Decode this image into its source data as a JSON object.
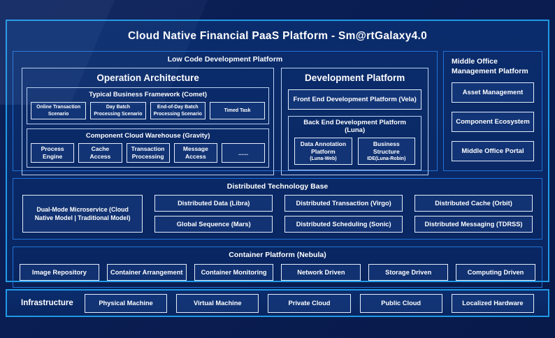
{
  "title": "Cloud Native Financial PaaS Platform - Sm@rtGalaxy4.0",
  "low_code": {
    "label": "Low Code Development Platform",
    "operation": {
      "title": "Operation Architecture",
      "comet": {
        "title": "Typical Business Framework (Comet)",
        "items": [
          "Online Transaction Scenario",
          "Day Batch Processing Scenario",
          "End-of-Day Batch Processing Scenario",
          "Timed Task"
        ]
      },
      "gravity": {
        "title": "Component Cloud Warehouse (Gravity)",
        "items": [
          "Process Engine",
          "Cache Access",
          "Transaction Processing",
          "Message Access",
          "......"
        ]
      }
    },
    "development": {
      "title": "Development Platform",
      "front_end": "Front End Development Platform (Vela)",
      "back_end": {
        "title": "Back End Development Platform (Luna)",
        "items": [
          {
            "name": "Data Annotation Platform",
            "sub": "(Luna-Web)"
          },
          {
            "name": "Business Structure",
            "sub": "IDE(Luna-Robin)"
          }
        ]
      }
    }
  },
  "middle_office": {
    "label": "Middle Office Management Platform",
    "items": [
      "Asset Management",
      "Component Ecosystem",
      "Middle Office Portal"
    ]
  },
  "distributed": {
    "label": "Distributed Technology Base",
    "dual_mode": "Dual-Mode Microservice (Cloud Native Model | Traditional Model)",
    "row1": [
      "Distributed Data (Libra)",
      "Distributed Transaction (Virgo)",
      "Distributed Cache (Orbit)"
    ],
    "row2": [
      "Global Sequence (Mars)",
      "Distributed Scheduling (Sonic)",
      "Distributed Messaging (TDRSS)"
    ]
  },
  "container_platform": {
    "label": "Container Platform (Nebula)",
    "items": [
      "Image Repository",
      "Container Arrangement",
      "Container Monitoring",
      "Network Driven",
      "Storage Driven",
      "Computing Driven"
    ]
  },
  "infrastructure": {
    "label": "Infrastructure",
    "items": [
      "Physical Machine",
      "Virtual Machine",
      "Private Cloud",
      "Public Cloud",
      "Localized Hardware"
    ]
  },
  "colors": {
    "page_bg": "#0a1d52",
    "panel_bg": "#0b2c6c",
    "accent_border": "#209ae6",
    "section_border": "#2273d6",
    "leaf_border": "#e4edfa",
    "text": "#ffffff"
  }
}
